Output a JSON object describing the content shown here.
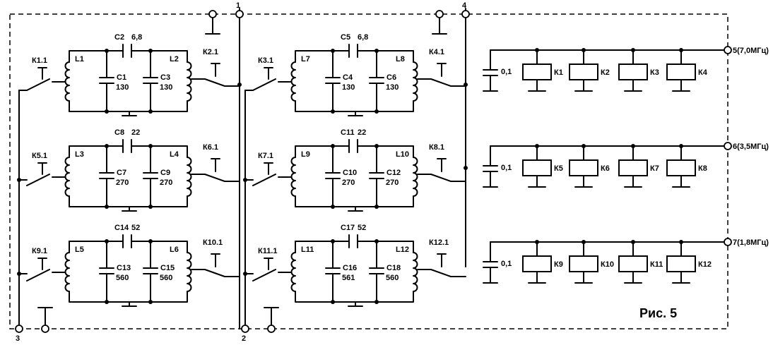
{
  "caption": "Рис. 5",
  "terminals": {
    "t1": "1",
    "t2": "2",
    "t3": "3",
    "t4": "4",
    "t5": "5(7,0МГц)",
    "t6": "6(3,5МГц)",
    "t7": "7(1,8МГц)"
  },
  "banks": [
    {
      "filters": [
        {
          "in_switch": "К1.1",
          "out_switch": "К2.1",
          "coil_in": "L1",
          "coil_out": "L2",
          "coupling_cap": "С2",
          "coupling_value": "6,8",
          "shunt1": "С1",
          "shunt1_value": "130",
          "shunt2": "С3",
          "shunt2_value": "130"
        },
        {
          "in_switch": "К5.1",
          "out_switch": "К6.1",
          "coil_in": "L3",
          "coil_out": "L4",
          "coupling_cap": "С8",
          "coupling_value": "22",
          "shunt1": "С7",
          "shunt1_value": "270",
          "shunt2": "С9",
          "shunt2_value": "270"
        },
        {
          "in_switch": "К9.1",
          "out_switch": "К10.1",
          "coil_in": "L5",
          "coil_out": "L6",
          "coupling_cap": "С14",
          "coupling_value": "52",
          "shunt1": "С13",
          "shunt1_value": "560",
          "shunt2": "С15",
          "shunt2_value": "560"
        }
      ]
    },
    {
      "filters": [
        {
          "in_switch": "К3.1",
          "out_switch": "К4.1",
          "coil_in": "L7",
          "coil_out": "L8",
          "coupling_cap": "С5",
          "coupling_value": "6,8",
          "shunt1": "С4",
          "shunt1_value": "130",
          "shunt2": "С6",
          "shunt2_value": "130"
        },
        {
          "in_switch": "К7.1",
          "out_switch": "К8.1",
          "coil_in": "L9",
          "coil_out": "L10",
          "coupling_cap": "С11",
          "coupling_value": "22",
          "shunt1": "С10",
          "shunt1_value": "270",
          "shunt2": "С12",
          "shunt2_value": "270"
        },
        {
          "in_switch": "К11.1",
          "out_switch": "К12.1",
          "coil_in": "L11",
          "coil_out": "L12",
          "coupling_cap": "С17",
          "coupling_value": "52",
          "shunt1": "С16",
          "shunt1_value": "561",
          "shunt2": "С18",
          "shunt2_value": "560"
        }
      ]
    }
  ],
  "relay_rows": [
    {
      "cap_value": "0,1",
      "relays": [
        "К1",
        "К2",
        "К3",
        "К4"
      ]
    },
    {
      "cap_value": "0,1",
      "relays": [
        "К5",
        "К6",
        "К7",
        "К8"
      ]
    },
    {
      "cap_value": "0,1",
      "relays": [
        "К9",
        "К10",
        "К11",
        "К12"
      ]
    }
  ]
}
